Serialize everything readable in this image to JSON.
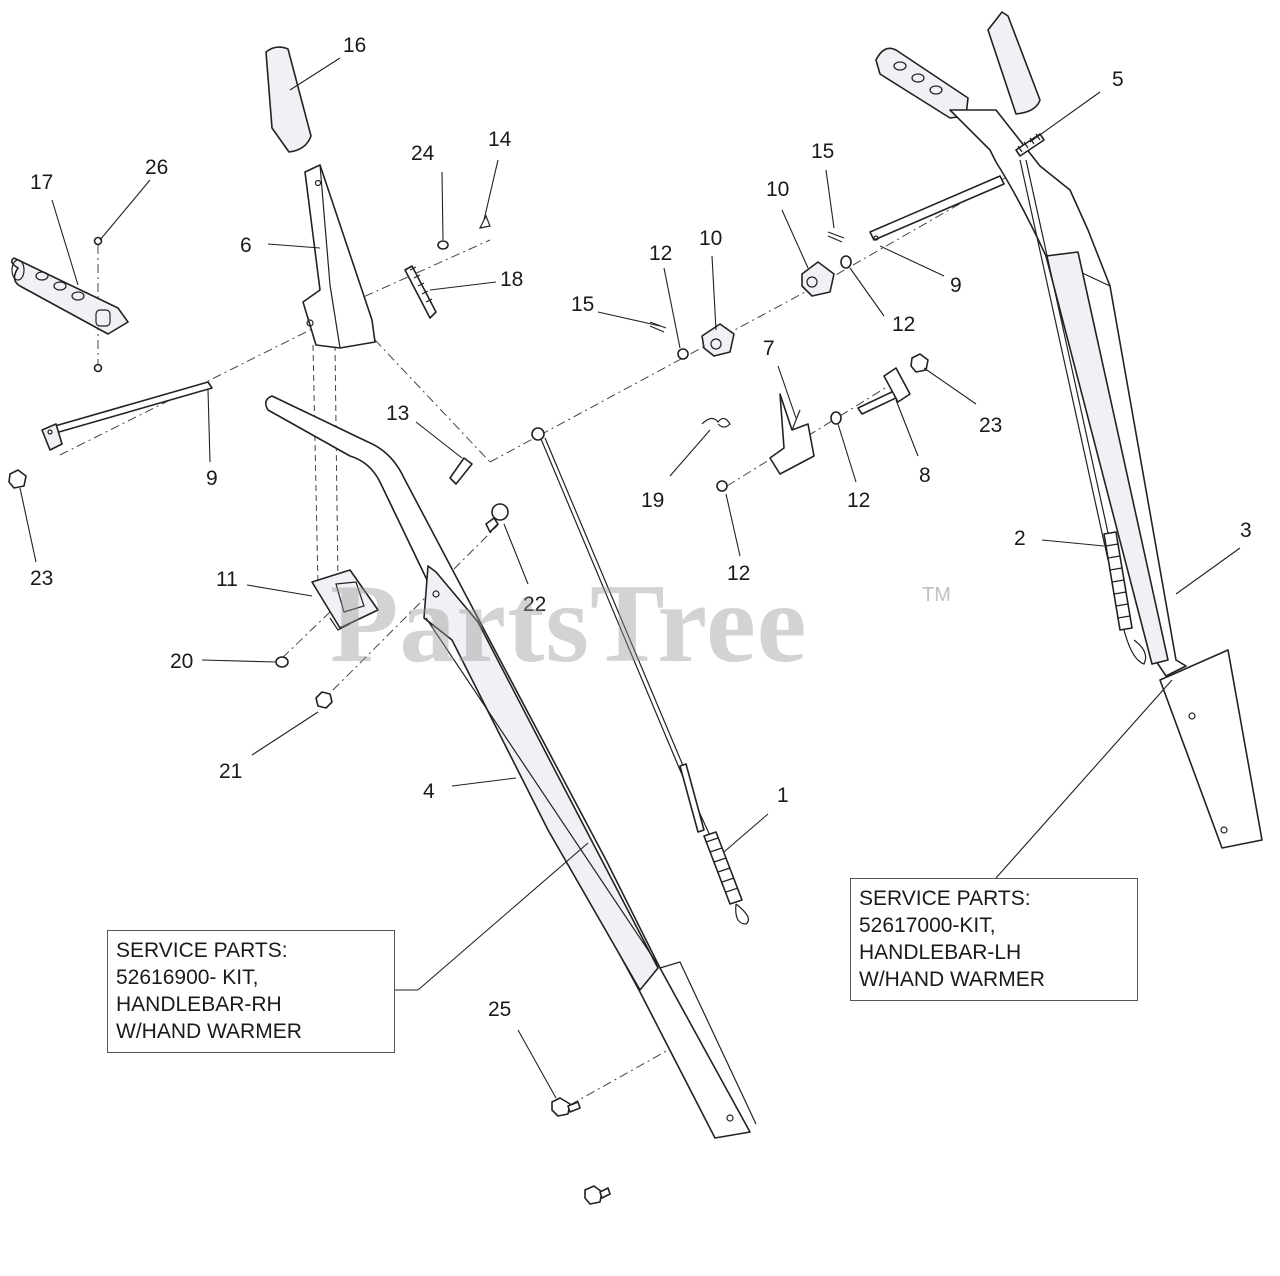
{
  "watermark": {
    "text": "PartsTree",
    "tm": "TM"
  },
  "service_boxes": {
    "rh": {
      "lines": [
        "SERVICE PARTS:",
        "52616900- KIT,",
        "HANDLEBAR-RH",
        "W/HAND WARMER"
      ]
    },
    "lh": {
      "lines": [
        "SERVICE PARTS:",
        "52617000-KIT,",
        "HANDLEBAR-LH",
        "W/HAND WARMER"
      ]
    }
  },
  "callouts": {
    "c1": "1",
    "c2": "2",
    "c3": "3",
    "c4": "4",
    "c5": "5",
    "c6": "6",
    "c7": "7",
    "c8": "8",
    "c9a": "9",
    "c9b": "9",
    "c10a": "10",
    "c10b": "10",
    "c11": "11",
    "c12a": "12",
    "c12b": "12",
    "c12c": "12",
    "c12d": "12",
    "c13": "13",
    "c14": "14",
    "c15a": "15",
    "c15b": "15",
    "c16": "16",
    "c17": "17",
    "c18": "18",
    "c19": "19",
    "c20": "20",
    "c21": "21",
    "c22": "22",
    "c23a": "23",
    "c23b": "23",
    "c24": "24",
    "c25": "25",
    "c26": "26"
  }
}
